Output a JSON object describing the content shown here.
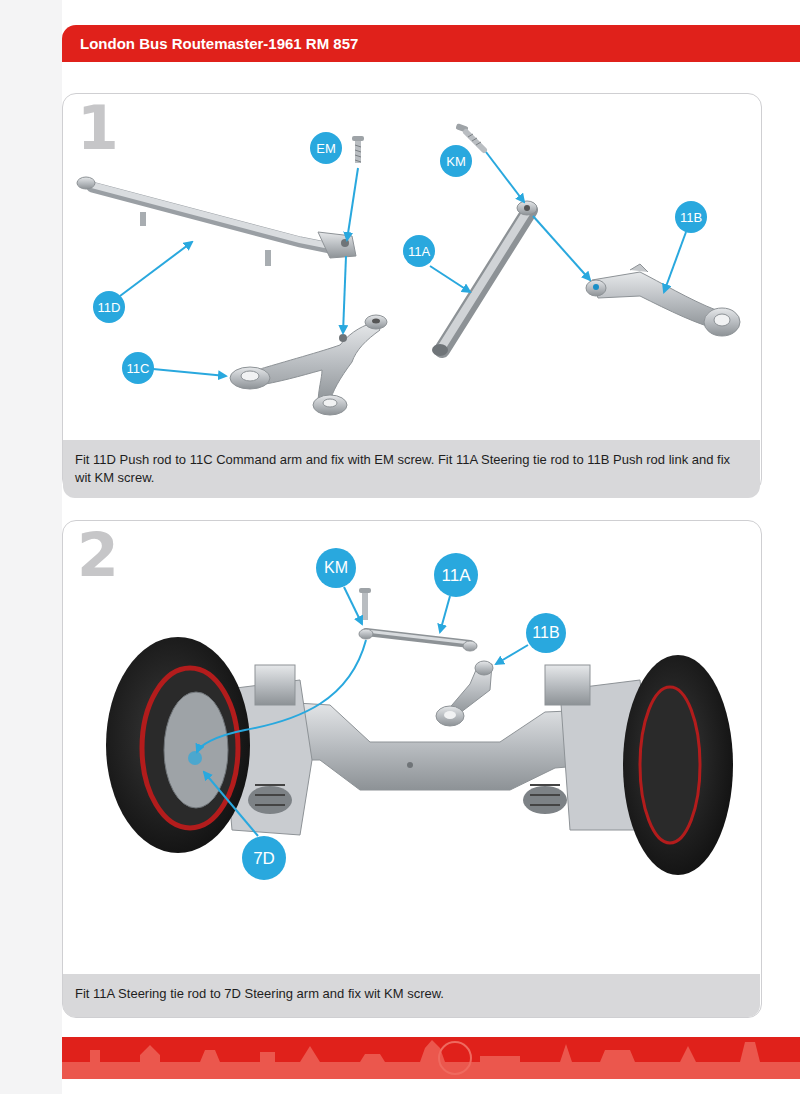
{
  "diagram": {
    "title": "London Bus Routemaster-1961 RM 857",
    "nodes": [
      {
        "text": [
          "1"
        ]
      },
      {
        "text": [
          "EM"
        ],
        "in": 0
      },
      {
        "text": [
          "KM"
        ],
        "in": 0
      },
      {
        "text": [
          "11D"
        ],
        "in": 0
      },
      {
        "text": [
          "11C"
        ],
        "in": 0
      },
      {
        "text": [
          "11A"
        ],
        "in": 0
      },
      {
        "text": [
          "11B"
        ],
        "in": 0
      },
      {
        "text": [
          "Fit 11D Push rod to 11C Command arm and fix with EM screw. Fit 11A Steering tie rod to 11B Push rod link and fix wit KM screw."
        ],
        "in": 0
      },
      {
        "text": [
          "2"
        ]
      },
      {
        "text": [
          "KM"
        ],
        "in": 8
      },
      {
        "text": [
          "11A"
        ],
        "in": 8
      },
      {
        "text": [
          "11B"
        ],
        "in": 8
      },
      {
        "text": [
          "7D"
        ],
        "in": 8
      },
      {
        "text": [
          "Fit 11A Steering tie rod to 7D Steering arm and fix wit KM screw."
        ],
        "in": 8
      }
    ]
  }
}
